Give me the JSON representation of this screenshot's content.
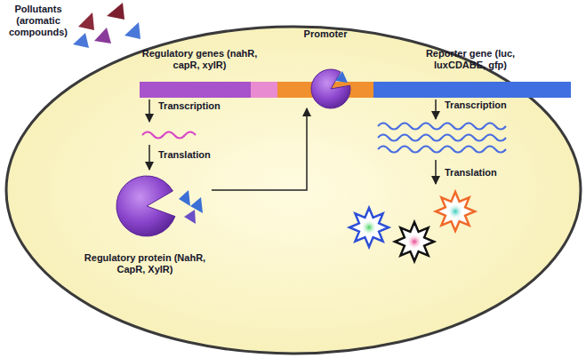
{
  "diagram": {
    "nodes": [
      {
        "text": [
          "Regulatory genes (nahR, capR, xylR)"
        ]
      },
      {
        "text": [
          "Promoter"
        ]
      },
      {
        "text": [
          "Reporter gene (luc, luxCDABE, gfp)"
        ]
      },
      {
        "text": [
          "Regulatory protein (NahR, CapR, XylR)"
        ]
      }
    ],
    "edges": [
      {
        "from": 3,
        "to": 1,
        "arrow": "to"
      }
    ],
    "labels": [
      "Pollutants (aromatic compounds)",
      "Transcription",
      "Translation",
      "Transcription",
      "Translation"
    ]
  }
}
